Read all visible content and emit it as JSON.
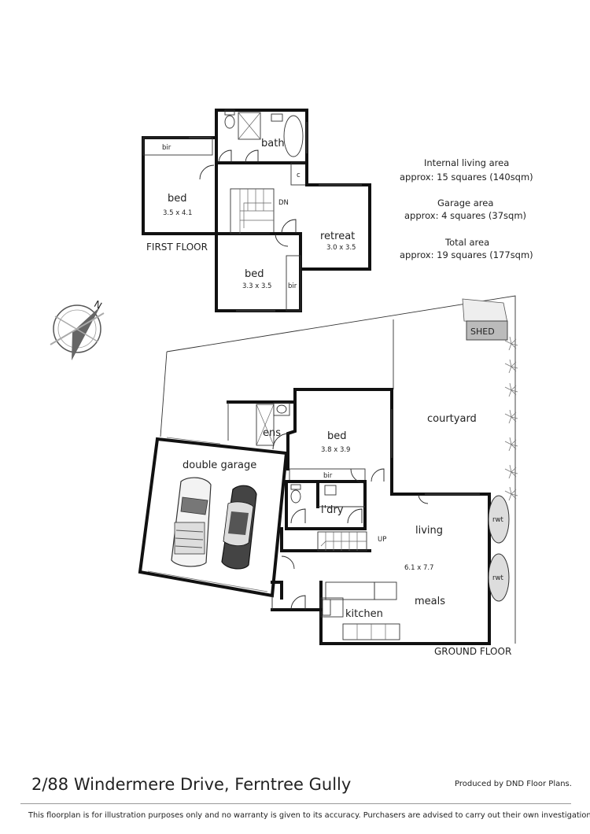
{
  "first_floor": {
    "label": "FIRST FLOOR",
    "rooms": {
      "bed1": {
        "name": "bed",
        "dims": "3.5 x 4.1"
      },
      "bir1": "bir",
      "bath": "bath",
      "c": "c",
      "dn": "DN",
      "retreat": {
        "name": "retreat",
        "dims": "3.0 x 3.5"
      },
      "bed2": {
        "name": "bed",
        "dims": "3.3 x 3.5"
      },
      "bir2": "bir"
    }
  },
  "areas": {
    "internal_label": "Internal living area",
    "internal_value": "approx: 15 squares (140sqm)",
    "garage_label": "Garage area",
    "garage_value": "approx: 4 squares (37sqm)",
    "total_label": "Total area",
    "total_value": "approx: 19 squares (177sqm)"
  },
  "ground_floor": {
    "label": "GROUND FLOOR",
    "rooms": {
      "shed": "SHED",
      "courtyard": "courtyard",
      "ens": "ens",
      "bed": {
        "name": "bed",
        "dims": "3.8 x 3.9"
      },
      "bir": "bir",
      "double_garage": "double garage",
      "ldry": "l'dry",
      "up": "UP",
      "living": {
        "name": "living",
        "dims": "6.1 x 7.7"
      },
      "meals": "meals",
      "kitchen": "kitchen",
      "rwt1": "rwt",
      "rwt2": "rwt"
    }
  },
  "compass": {
    "letter": "N"
  },
  "footer": {
    "address": "2/88 Windermere Drive, Ferntree Gully",
    "produced_by": "Produced by DND Floor Plans.",
    "disclaimer": "This floorplan is for illustration purposes only and no warranty is given to its accuracy. Purchasers are advised to carry out their own investigations."
  }
}
